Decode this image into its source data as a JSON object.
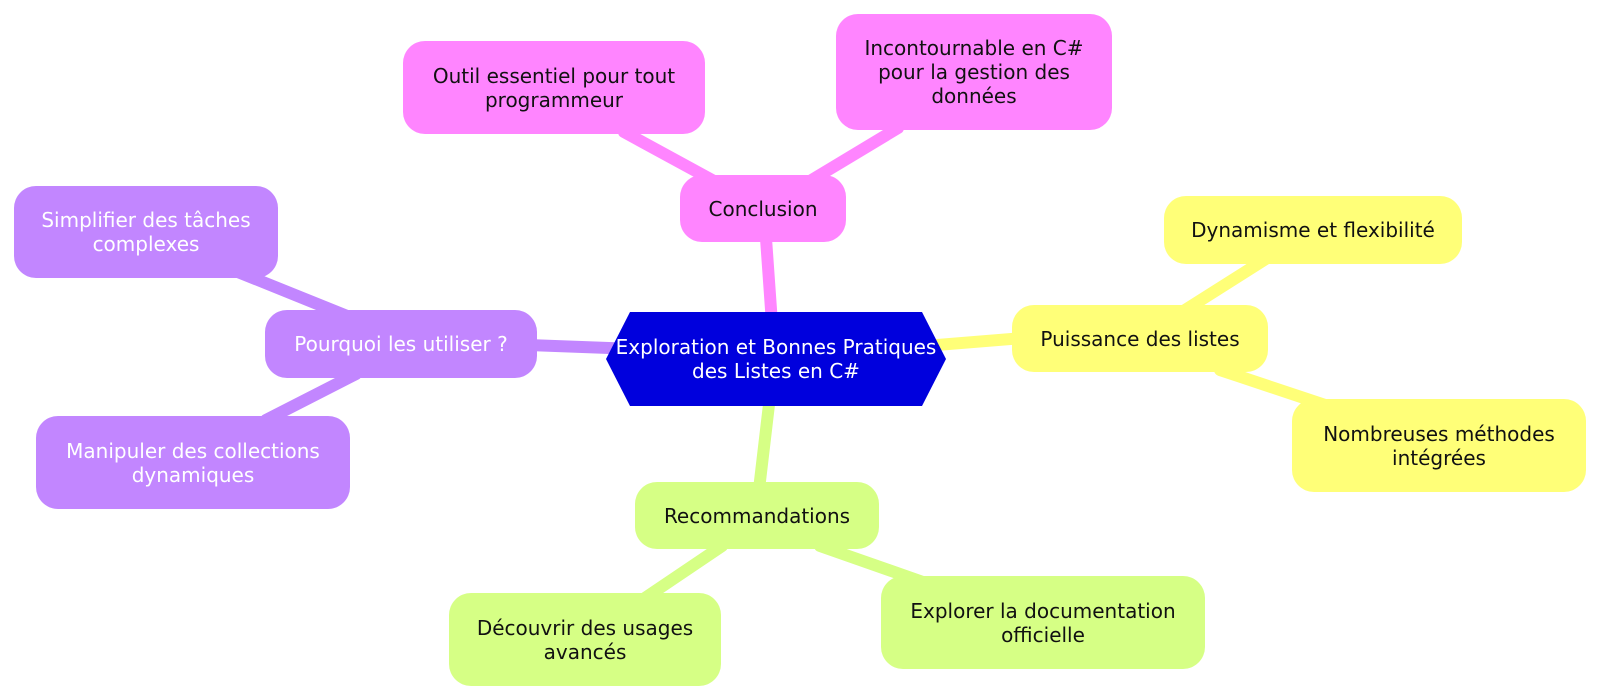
{
  "diagram": {
    "root": {
      "label": "Exploration et Bonnes Pratiques des Listes en C#",
      "color": "#0000dd"
    },
    "branches": [
      {
        "label": "Conclusion",
        "color": "#ff85ff",
        "children": [
          {
            "label": "Outil essentiel pour tout programmeur"
          },
          {
            "label": "Incontournable en C# pour la gestion des données"
          }
        ]
      },
      {
        "label": "Puissance des listes",
        "color": "#ffff78",
        "children": [
          {
            "label": "Dynamisme et flexibilité"
          },
          {
            "label": "Nombreuses méthodes intégrées"
          }
        ]
      },
      {
        "label": "Recommandations",
        "color": "#d6ff85",
        "children": [
          {
            "label": "Découvrir des usages avancés"
          },
          {
            "label": "Explorer la documentation officielle"
          }
        ]
      },
      {
        "label": "Pourquoi les utiliser ?",
        "color": "#c286ff",
        "children": [
          {
            "label": "Simplifier des tâches complexes"
          },
          {
            "label": "Manipuler des collections dynamiques"
          }
        ]
      }
    ]
  }
}
